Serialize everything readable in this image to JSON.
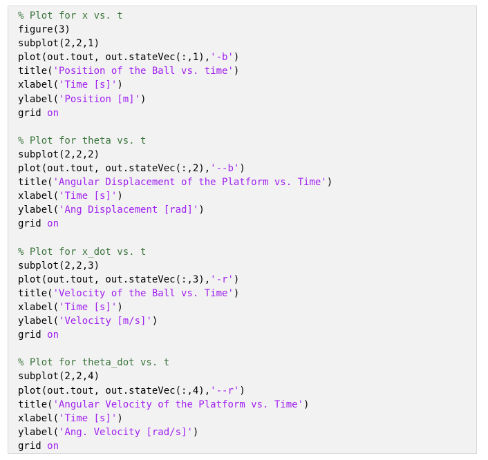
{
  "editor": {
    "colors": {
      "background": "#f2f2f2",
      "border": "#d9d9d9",
      "comment": "#3c763d",
      "string": "#a020f0",
      "keyword": "#a020f0",
      "text": "#000000"
    },
    "lines": [
      [
        {
          "t": "c",
          "v": "% Plot for x vs. t"
        }
      ],
      [
        {
          "t": "p",
          "v": "figure(3)"
        }
      ],
      [
        {
          "t": "p",
          "v": "subplot(2,2,1)"
        }
      ],
      [
        {
          "t": "p",
          "v": "plot(out.tout, out.stateVec(:,1),"
        },
        {
          "t": "s",
          "v": "'-b'"
        },
        {
          "t": "p",
          "v": ")"
        }
      ],
      [
        {
          "t": "p",
          "v": "title("
        },
        {
          "t": "s",
          "v": "'Position of the Ball vs. time'"
        },
        {
          "t": "p",
          "v": ")"
        }
      ],
      [
        {
          "t": "p",
          "v": "xlabel("
        },
        {
          "t": "s",
          "v": "'Time [s]'"
        },
        {
          "t": "p",
          "v": ")"
        }
      ],
      [
        {
          "t": "p",
          "v": "ylabel("
        },
        {
          "t": "s",
          "v": "'Position [m]'"
        },
        {
          "t": "p",
          "v": ")"
        }
      ],
      [
        {
          "t": "p",
          "v": "grid "
        },
        {
          "t": "k",
          "v": "on"
        }
      ],
      [],
      [
        {
          "t": "c",
          "v": "% Plot for theta vs. t"
        }
      ],
      [
        {
          "t": "p",
          "v": "subplot(2,2,2)"
        }
      ],
      [
        {
          "t": "p",
          "v": "plot(out.tout, out.stateVec(:,2),"
        },
        {
          "t": "s",
          "v": "'--b'"
        },
        {
          "t": "p",
          "v": ")"
        }
      ],
      [
        {
          "t": "p",
          "v": "title("
        },
        {
          "t": "s",
          "v": "'Angular Displacement of the Platform vs. Time'"
        },
        {
          "t": "p",
          "v": ")"
        }
      ],
      [
        {
          "t": "p",
          "v": "xlabel("
        },
        {
          "t": "s",
          "v": "'Time [s]'"
        },
        {
          "t": "p",
          "v": ")"
        }
      ],
      [
        {
          "t": "p",
          "v": "ylabel("
        },
        {
          "t": "s",
          "v": "'Ang Displacement [rad]'"
        },
        {
          "t": "p",
          "v": ")"
        }
      ],
      [
        {
          "t": "p",
          "v": "grid "
        },
        {
          "t": "k",
          "v": "on"
        }
      ],
      [],
      [
        {
          "t": "c",
          "v": "% Plot for x_dot vs. t"
        }
      ],
      [
        {
          "t": "p",
          "v": "subplot(2,2,3)"
        }
      ],
      [
        {
          "t": "p",
          "v": "plot(out.tout, out.stateVec(:,3),"
        },
        {
          "t": "s",
          "v": "'-r'"
        },
        {
          "t": "p",
          "v": ")"
        }
      ],
      [
        {
          "t": "p",
          "v": "title("
        },
        {
          "t": "s",
          "v": "'Velocity of the Ball vs. Time'"
        },
        {
          "t": "p",
          "v": ")"
        }
      ],
      [
        {
          "t": "p",
          "v": "xlabel("
        },
        {
          "t": "s",
          "v": "'Time [s]'"
        },
        {
          "t": "p",
          "v": ")"
        }
      ],
      [
        {
          "t": "p",
          "v": "ylabel("
        },
        {
          "t": "s",
          "v": "'Velocity [m/s]'"
        },
        {
          "t": "p",
          "v": ")"
        }
      ],
      [
        {
          "t": "p",
          "v": "grid "
        },
        {
          "t": "k",
          "v": "on"
        }
      ],
      [],
      [
        {
          "t": "c",
          "v": "% Plot for theta_dot vs. t"
        }
      ],
      [
        {
          "t": "p",
          "v": "subplot(2,2,4)"
        }
      ],
      [
        {
          "t": "p",
          "v": "plot(out.tout, out.stateVec(:,4),"
        },
        {
          "t": "s",
          "v": "'--r'"
        },
        {
          "t": "p",
          "v": ")"
        }
      ],
      [
        {
          "t": "p",
          "v": "title("
        },
        {
          "t": "s",
          "v": "'Angular Velocity of the Platform vs. Time'"
        },
        {
          "t": "p",
          "v": ")"
        }
      ],
      [
        {
          "t": "p",
          "v": "xlabel("
        },
        {
          "t": "s",
          "v": "'Time [s]'"
        },
        {
          "t": "p",
          "v": ")"
        }
      ],
      [
        {
          "t": "p",
          "v": "ylabel("
        },
        {
          "t": "s",
          "v": "'Ang. Velocity [rad/s]'"
        },
        {
          "t": "p",
          "v": ")"
        }
      ],
      [
        {
          "t": "p",
          "v": "grid "
        },
        {
          "t": "k",
          "v": "on"
        }
      ]
    ]
  }
}
